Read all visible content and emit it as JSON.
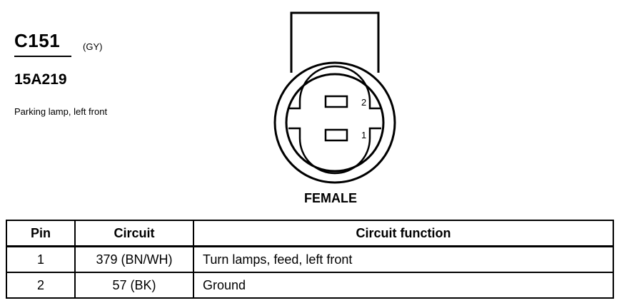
{
  "connector": {
    "id": "C151",
    "color_code": "(GY)",
    "part_number": "15A219",
    "description": "Parking lamp, left front",
    "gender": "FEMALE",
    "pins": [
      {
        "label": "2"
      },
      {
        "label": "1"
      }
    ]
  },
  "table": {
    "headers": {
      "pin": "Pin",
      "circuit": "Circuit",
      "function": "Circuit function"
    },
    "rows": [
      {
        "pin": "1",
        "circuit": "379 (BN/WH)",
        "function": "Turn lamps, feed, left front"
      },
      {
        "pin": "2",
        "circuit": "57 (BK)",
        "function": "Ground"
      }
    ]
  }
}
